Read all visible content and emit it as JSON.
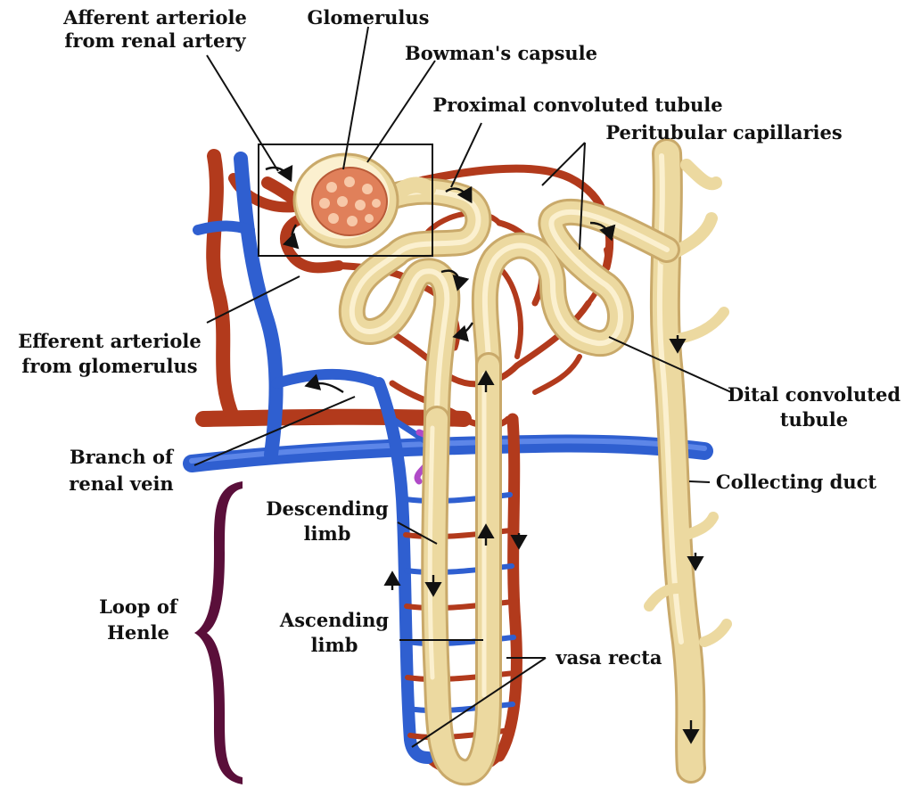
{
  "labels": {
    "afferent_1": "Afferent arteriole",
    "afferent_2": "from renal artery",
    "glomerulus": "Glomerulus",
    "bowmans": "Bowman's capsule",
    "pct": "Proximal convoluted tubule",
    "peritubular": "Peritubular capillaries",
    "efferent_1": "Efferent arteriole",
    "efferent_2": "from glomerulus",
    "dct_1": "Dital convoluted",
    "dct_2": "tubule",
    "renal_vein_1": "Branch of",
    "renal_vein_2": "renal vein",
    "collecting": "Collecting duct",
    "descending_1": "Descending",
    "descending_2": "limb",
    "loop_1": "Loop of",
    "loop_2": "Henle",
    "ascending_1": "Ascending",
    "ascending_2": "limb",
    "vasa_recta": "vasa recta"
  },
  "colors": {
    "artery": "#b23a1c",
    "artery_light": "#d9603a",
    "vein": "#2f5fd0",
    "vein_light": "#5d86e8",
    "tubule": "#ecd9a0",
    "tubule_light": "#fbf0cf",
    "tubule_edge": "#c9a96a",
    "brace": "#5a0f3a",
    "glomerulus": "#e0805a"
  }
}
